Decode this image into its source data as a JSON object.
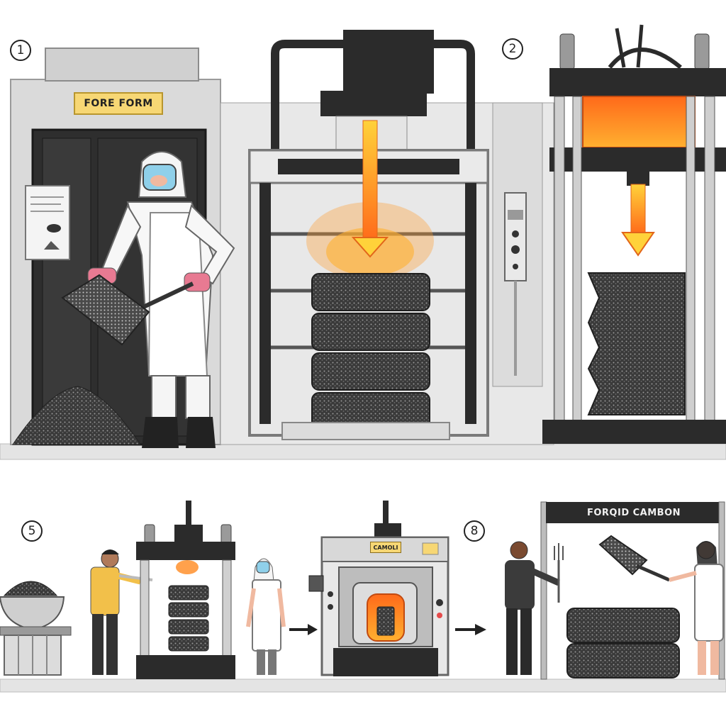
{
  "steps": [
    {
      "number": "1"
    },
    {
      "number": "2"
    },
    {
      "number": "5"
    },
    {
      "number": "8"
    }
  ],
  "signs": {
    "top_left": "FORE FORM",
    "bottom_banner": "FORQID CAMBON",
    "oven_badge": "CAMOLI"
  },
  "colors": {
    "frame_dark": "#2b2b2b",
    "wall_gray": "#d9d9d9",
    "heat_orange": "#ff8a1f",
    "heat_yellow": "#ffd23a",
    "sign_yellow": "#f7d774",
    "carbon": "#3a3a3a"
  },
  "icons": [
    "arrow-right-icon",
    "down-arrow-icon",
    "fork-icon",
    "shovel-icon"
  ]
}
